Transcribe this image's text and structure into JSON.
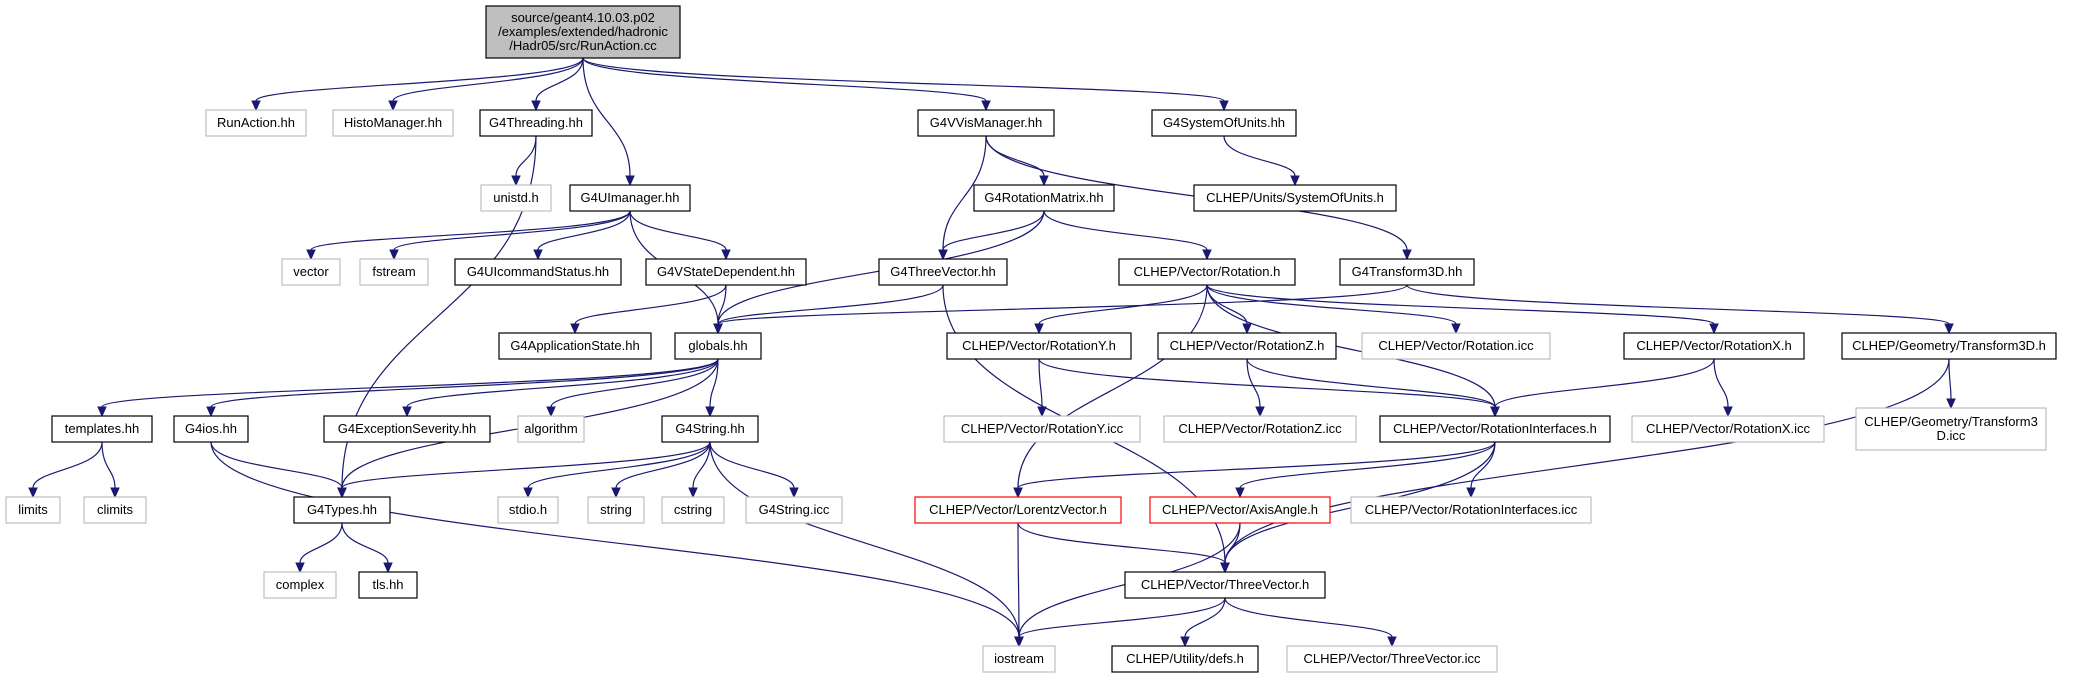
{
  "diagram": {
    "colors": {
      "edge": "#191970",
      "root_fill": "#bfbfbf",
      "local_border": "#000000",
      "system_border": "#bfbfbf",
      "incomplete_border": "#ff0000"
    },
    "nodes": [
      {
        "id": "root",
        "lines": [
          "source/geant4.10.03.p02",
          "/examples/extended/hadronic",
          "/Hadr05/src/RunAction.cc"
        ],
        "kind": "root"
      },
      {
        "id": "runaction_hh",
        "lines": [
          "RunAction.hh"
        ],
        "kind": "system"
      },
      {
        "id": "histomanager_hh",
        "lines": [
          "HistoManager.hh"
        ],
        "kind": "system"
      },
      {
        "id": "g4threading_hh",
        "lines": [
          "G4Threading.hh"
        ],
        "kind": "local"
      },
      {
        "id": "g4vvismanager_hh",
        "lines": [
          "G4VVisManager.hh"
        ],
        "kind": "local"
      },
      {
        "id": "g4systemofunits_hh",
        "lines": [
          "G4SystemOfUnits.hh"
        ],
        "kind": "local"
      },
      {
        "id": "unistd_h",
        "lines": [
          "unistd.h"
        ],
        "kind": "system"
      },
      {
        "id": "g4uimanager_hh",
        "lines": [
          "G4UImanager.hh"
        ],
        "kind": "local"
      },
      {
        "id": "g4rotationmatrix_hh",
        "lines": [
          "G4RotationMatrix.hh"
        ],
        "kind": "local"
      },
      {
        "id": "clhep_units_systemofunits_h",
        "lines": [
          "CLHEP/Units/SystemOfUnits.h"
        ],
        "kind": "local"
      },
      {
        "id": "vector",
        "lines": [
          "vector"
        ],
        "kind": "system"
      },
      {
        "id": "fstream",
        "lines": [
          "fstream"
        ],
        "kind": "system"
      },
      {
        "id": "g4uicommandstatus_hh",
        "lines": [
          "G4UIcommandStatus.hh"
        ],
        "kind": "local"
      },
      {
        "id": "g4vstatedependent_hh",
        "lines": [
          "G4VStateDependent.hh"
        ],
        "kind": "local"
      },
      {
        "id": "g4threevector_hh",
        "lines": [
          "G4ThreeVector.hh"
        ],
        "kind": "local"
      },
      {
        "id": "clhep_vector_rotation_h",
        "lines": [
          "CLHEP/Vector/Rotation.h"
        ],
        "kind": "local"
      },
      {
        "id": "g4transform3d_hh",
        "lines": [
          "G4Transform3D.hh"
        ],
        "kind": "local"
      },
      {
        "id": "g4applicationstate_hh",
        "lines": [
          "G4ApplicationState.hh"
        ],
        "kind": "local"
      },
      {
        "id": "globals_hh",
        "lines": [
          "globals.hh"
        ],
        "kind": "local"
      },
      {
        "id": "clhep_vector_rotationy_h",
        "lines": [
          "CLHEP/Vector/RotationY.h"
        ],
        "kind": "local"
      },
      {
        "id": "clhep_vector_rotationz_h",
        "lines": [
          "CLHEP/Vector/RotationZ.h"
        ],
        "kind": "local"
      },
      {
        "id": "clhep_vector_rotation_icc",
        "lines": [
          "CLHEP/Vector/Rotation.icc"
        ],
        "kind": "system"
      },
      {
        "id": "clhep_vector_rotationx_h",
        "lines": [
          "CLHEP/Vector/RotationX.h"
        ],
        "kind": "local"
      },
      {
        "id": "clhep_geometry_transform3d_h",
        "lines": [
          "CLHEP/Geometry/Transform3D.h"
        ],
        "kind": "local"
      },
      {
        "id": "templates_hh",
        "lines": [
          "templates.hh"
        ],
        "kind": "local"
      },
      {
        "id": "g4ios_hh",
        "lines": [
          "G4ios.hh"
        ],
        "kind": "local"
      },
      {
        "id": "g4exceptionseverity_hh",
        "lines": [
          "G4ExceptionSeverity.hh"
        ],
        "kind": "local"
      },
      {
        "id": "algorithm",
        "lines": [
          "algorithm"
        ],
        "kind": "system"
      },
      {
        "id": "g4string_hh",
        "lines": [
          "G4String.hh"
        ],
        "kind": "local"
      },
      {
        "id": "clhep_vector_rotationy_icc",
        "lines": [
          "CLHEP/Vector/RotationY.icc"
        ],
        "kind": "system"
      },
      {
        "id": "clhep_vector_rotationz_icc",
        "lines": [
          "CLHEP/Vector/RotationZ.icc"
        ],
        "kind": "system"
      },
      {
        "id": "clhep_vector_rotationinterfaces_h",
        "lines": [
          "CLHEP/Vector/RotationInterfaces.h"
        ],
        "kind": "local"
      },
      {
        "id": "clhep_vector_rotationx_icc",
        "lines": [
          "CLHEP/Vector/RotationX.icc"
        ],
        "kind": "system"
      },
      {
        "id": "clhep_geometry_transform3d_icc",
        "lines": [
          "CLHEP/Geometry/Transform3",
          "D.icc"
        ],
        "kind": "system"
      },
      {
        "id": "limits",
        "lines": [
          "limits"
        ],
        "kind": "system"
      },
      {
        "id": "climits",
        "lines": [
          "climits"
        ],
        "kind": "system"
      },
      {
        "id": "g4types_hh",
        "lines": [
          "G4Types.hh"
        ],
        "kind": "local"
      },
      {
        "id": "stdio_h",
        "lines": [
          "stdio.h"
        ],
        "kind": "system"
      },
      {
        "id": "string",
        "lines": [
          "string"
        ],
        "kind": "system"
      },
      {
        "id": "cstring",
        "lines": [
          "cstring"
        ],
        "kind": "system"
      },
      {
        "id": "g4string_icc",
        "lines": [
          "G4String.icc"
        ],
        "kind": "system"
      },
      {
        "id": "clhep_vector_lorentzvector_h",
        "lines": [
          "CLHEP/Vector/LorentzVector.h"
        ],
        "kind": "incomplete"
      },
      {
        "id": "clhep_vector_axisangle_h",
        "lines": [
          "CLHEP/Vector/AxisAngle.h"
        ],
        "kind": "incomplete"
      },
      {
        "id": "clhep_vector_rotationinterfaces_icc",
        "lines": [
          "CLHEP/Vector/RotationInterfaces.icc"
        ],
        "kind": "system"
      },
      {
        "id": "complex",
        "lines": [
          "complex"
        ],
        "kind": "system"
      },
      {
        "id": "tls_hh",
        "lines": [
          "tls.hh"
        ],
        "kind": "local"
      },
      {
        "id": "clhep_vector_threevector_h",
        "lines": [
          "CLHEP/Vector/ThreeVector.h"
        ],
        "kind": "local"
      },
      {
        "id": "iostream",
        "lines": [
          "iostream"
        ],
        "kind": "system"
      },
      {
        "id": "clhep_utility_defs_h",
        "lines": [
          "CLHEP/Utility/defs.h"
        ],
        "kind": "local"
      },
      {
        "id": "clhep_vector_threevector_icc",
        "lines": [
          "CLHEP/Vector/ThreeVector.icc"
        ],
        "kind": "system"
      }
    ],
    "edges": [
      [
        "root",
        "runaction_hh"
      ],
      [
        "root",
        "histomanager_hh"
      ],
      [
        "root",
        "g4threading_hh"
      ],
      [
        "root",
        "g4uimanager_hh"
      ],
      [
        "root",
        "g4vvismanager_hh"
      ],
      [
        "root",
        "g4systemofunits_hh"
      ],
      [
        "g4threading_hh",
        "unistd_h"
      ],
      [
        "g4threading_hh",
        "g4types_hh"
      ],
      [
        "g4vvismanager_hh",
        "g4rotationmatrix_hh"
      ],
      [
        "g4vvismanager_hh",
        "g4threevector_hh"
      ],
      [
        "g4vvismanager_hh",
        "g4transform3d_hh"
      ],
      [
        "g4systemofunits_hh",
        "clhep_units_systemofunits_h"
      ],
      [
        "g4uimanager_hh",
        "vector"
      ],
      [
        "g4uimanager_hh",
        "fstream"
      ],
      [
        "g4uimanager_hh",
        "g4uicommandstatus_hh"
      ],
      [
        "g4uimanager_hh",
        "g4vstatedependent_hh"
      ],
      [
        "g4uimanager_hh",
        "globals_hh"
      ],
      [
        "g4rotationmatrix_hh",
        "g4threevector_hh"
      ],
      [
        "g4rotationmatrix_hh",
        "clhep_vector_rotation_h"
      ],
      [
        "g4rotationmatrix_hh",
        "globals_hh"
      ],
      [
        "g4vstatedependent_hh",
        "g4applicationstate_hh"
      ],
      [
        "g4vstatedependent_hh",
        "globals_hh"
      ],
      [
        "g4threevector_hh",
        "globals_hh"
      ],
      [
        "g4threevector_hh",
        "clhep_vector_threevector_h"
      ],
      [
        "clhep_vector_rotation_h",
        "clhep_vector_rotationy_h"
      ],
      [
        "clhep_vector_rotation_h",
        "clhep_vector_rotationz_h"
      ],
      [
        "clhep_vector_rotation_h",
        "clhep_vector_rotation_icc"
      ],
      [
        "clhep_vector_rotation_h",
        "clhep_vector_rotationx_h"
      ],
      [
        "clhep_vector_rotation_h",
        "clhep_vector_rotationinterfaces_h"
      ],
      [
        "clhep_vector_rotation_h",
        "clhep_vector_lorentzvector_h"
      ],
      [
        "g4transform3d_hh",
        "globals_hh"
      ],
      [
        "g4transform3d_hh",
        "clhep_geometry_transform3d_h"
      ],
      [
        "globals_hh",
        "templates_hh"
      ],
      [
        "globals_hh",
        "g4ios_hh"
      ],
      [
        "globals_hh",
        "g4exceptionseverity_hh"
      ],
      [
        "globals_hh",
        "algorithm"
      ],
      [
        "globals_hh",
        "g4string_hh"
      ],
      [
        "globals_hh",
        "g4types_hh"
      ],
      [
        "clhep_vector_rotationy_h",
        "clhep_vector_rotationy_icc"
      ],
      [
        "clhep_vector_rotationy_h",
        "clhep_vector_rotationinterfaces_h"
      ],
      [
        "clhep_vector_rotationz_h",
        "clhep_vector_rotationz_icc"
      ],
      [
        "clhep_vector_rotationz_h",
        "clhep_vector_rotationinterfaces_h"
      ],
      [
        "clhep_vector_rotationx_h",
        "clhep_vector_rotationx_icc"
      ],
      [
        "clhep_vector_rotationx_h",
        "clhep_vector_rotationinterfaces_h"
      ],
      [
        "clhep_geometry_transform3d_h",
        "clhep_geometry_transform3d_icc"
      ],
      [
        "clhep_geometry_transform3d_h",
        "clhep_vector_threevector_h"
      ],
      [
        "templates_hh",
        "limits"
      ],
      [
        "templates_hh",
        "climits"
      ],
      [
        "g4ios_hh",
        "g4types_hh"
      ],
      [
        "g4ios_hh",
        "iostream"
      ],
      [
        "g4string_hh",
        "stdio_h"
      ],
      [
        "g4string_hh",
        "string"
      ],
      [
        "g4string_hh",
        "cstring"
      ],
      [
        "g4string_hh",
        "g4string_icc"
      ],
      [
        "g4string_hh",
        "g4types_hh"
      ],
      [
        "g4string_hh",
        "iostream"
      ],
      [
        "clhep_vector_rotationinterfaces_h",
        "clhep_vector_lorentzvector_h"
      ],
      [
        "clhep_vector_rotationinterfaces_h",
        "clhep_vector_axisangle_h"
      ],
      [
        "clhep_vector_rotationinterfaces_h",
        "clhep_vector_rotationinterfaces_icc"
      ],
      [
        "clhep_vector_rotationinterfaces_h",
        "clhep_vector_threevector_h"
      ],
      [
        "g4types_hh",
        "complex"
      ],
      [
        "g4types_hh",
        "tls_hh"
      ],
      [
        "clhep_vector_lorentzvector_h",
        "clhep_vector_threevector_h"
      ],
      [
        "clhep_vector_lorentzvector_h",
        "iostream"
      ],
      [
        "clhep_vector_axisangle_h",
        "clhep_vector_threevector_h"
      ],
      [
        "clhep_vector_axisangle_h",
        "iostream"
      ],
      [
        "clhep_vector_threevector_h",
        "iostream"
      ],
      [
        "clhep_vector_threevector_h",
        "clhep_utility_defs_h"
      ],
      [
        "clhep_vector_threevector_h",
        "clhep_vector_threevector_icc"
      ]
    ]
  }
}
